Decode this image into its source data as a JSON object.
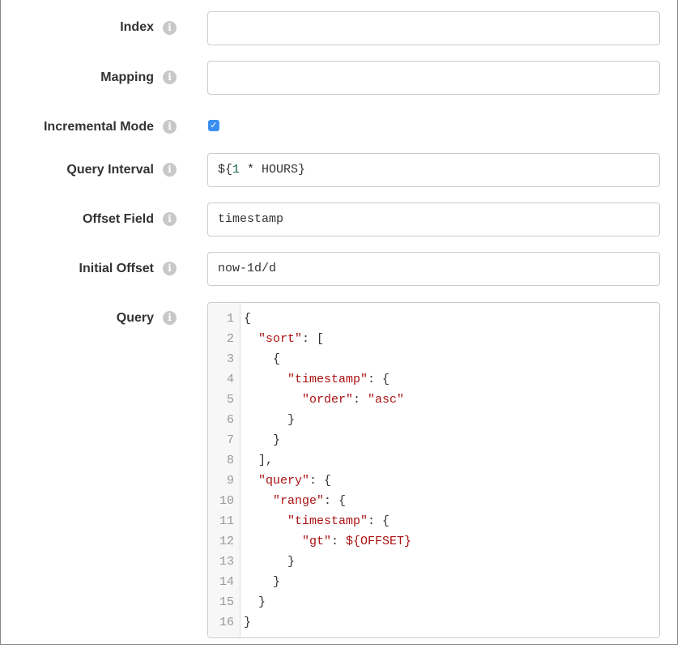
{
  "fields": {
    "index": {
      "label": "Index",
      "value": ""
    },
    "mapping": {
      "label": "Mapping",
      "value": ""
    },
    "incremental_mode": {
      "label": "Incremental Mode",
      "checked": true
    },
    "query_interval": {
      "label": "Query Interval",
      "prefix": "${",
      "number": "1",
      "suffix": " * HOURS}"
    },
    "offset_field": {
      "label": "Offset Field",
      "value": "timestamp"
    },
    "initial_offset": {
      "label": "Initial Offset",
      "value": "now-1d/d"
    },
    "query": {
      "label": "Query",
      "lines": [
        [
          [
            "{",
            "p"
          ]
        ],
        [
          [
            "  ",
            "p"
          ],
          [
            "\"sort\"",
            "str"
          ],
          [
            ": [",
            "p"
          ]
        ],
        [
          [
            "    {",
            "p"
          ]
        ],
        [
          [
            "      ",
            "p"
          ],
          [
            "\"timestamp\"",
            "str"
          ],
          [
            ": {",
            "p"
          ]
        ],
        [
          [
            "        ",
            "p"
          ],
          [
            "\"order\"",
            "str"
          ],
          [
            ": ",
            "p"
          ],
          [
            "\"asc\"",
            "str"
          ]
        ],
        [
          [
            "      }",
            "p"
          ]
        ],
        [
          [
            "    }",
            "p"
          ]
        ],
        [
          [
            "  ],",
            "p"
          ]
        ],
        [
          [
            "  ",
            "p"
          ],
          [
            "\"query\"",
            "str"
          ],
          [
            ": {",
            "p"
          ]
        ],
        [
          [
            "    ",
            "p"
          ],
          [
            "\"range\"",
            "str"
          ],
          [
            ": {",
            "p"
          ]
        ],
        [
          [
            "      ",
            "p"
          ],
          [
            "\"timestamp\"",
            "str"
          ],
          [
            ": {",
            "p"
          ]
        ],
        [
          [
            "        ",
            "p"
          ],
          [
            "\"gt\"",
            "str"
          ],
          [
            ": ",
            "p"
          ],
          [
            "${OFFSET}",
            "var"
          ]
        ],
        [
          [
            "      }",
            "p"
          ]
        ],
        [
          [
            "    }",
            "p"
          ]
        ],
        [
          [
            "  }",
            "p"
          ]
        ],
        [
          [
            "}",
            "p"
          ]
        ]
      ]
    }
  },
  "info_icon_glyph": "i",
  "checkbox_glyph": "✓"
}
